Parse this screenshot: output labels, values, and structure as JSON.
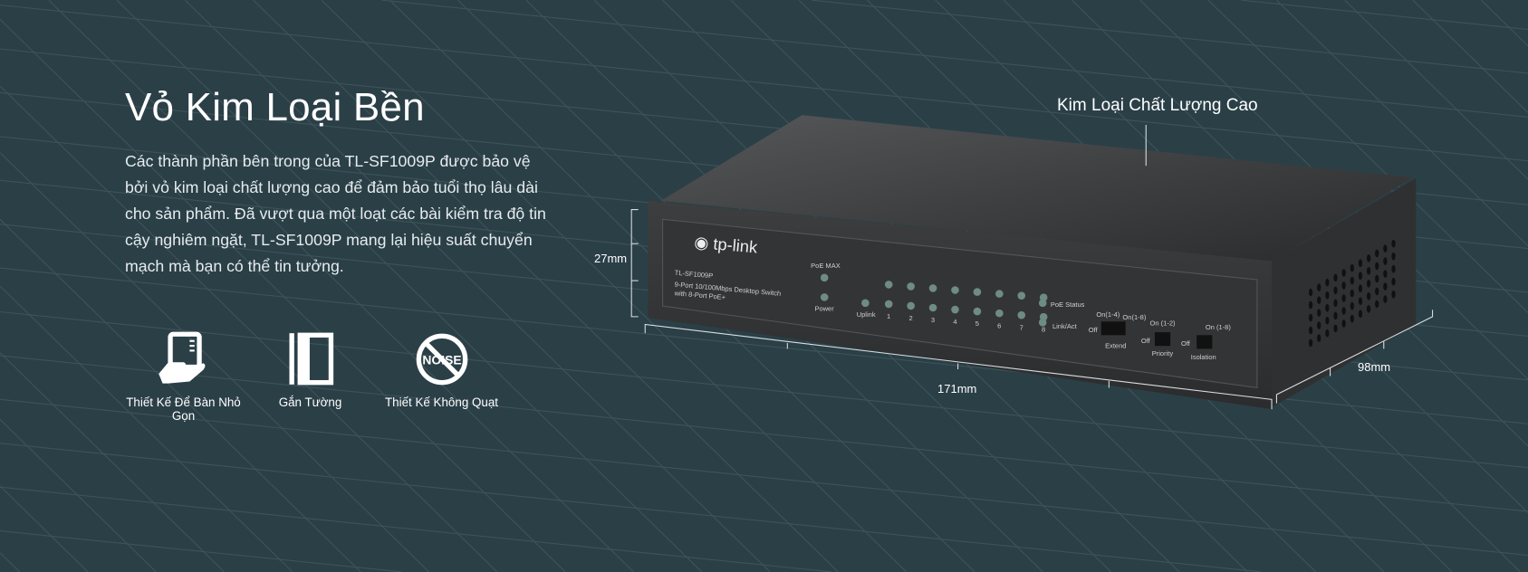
{
  "heading": "Vỏ Kim Loại Bền",
  "description": "Các thành phần bên trong của TL-SF1009P được bảo vệ bởi vỏ kim loại chất lượng cao để đảm bảo tuổi thọ lâu dài cho sản phẩm. Đã vượt qua một loạt các bài kiểm tra độ tin cậy nghiêm ngặt, TL-SF1009P mang lại hiệu suất chuyển mạch mà bạn có thể tin tưởng.",
  "features": [
    {
      "icon": "hand-holding-device-icon",
      "label": "Thiết Kế Để Bàn Nhỏ Gọn"
    },
    {
      "icon": "wall-mount-icon",
      "label": "Gắn Tường"
    },
    {
      "icon": "no-noise-icon",
      "label": "Thiết Kế Không Quạt",
      "icon_text": "NOISE"
    }
  ],
  "product": {
    "callout": "Kim Loại Chất Lượng Cao",
    "height_label": "27mm",
    "width_label": "171mm",
    "depth_label": "98mm",
    "brand": "tp-link",
    "model": "TL-SF1009P",
    "model_desc": [
      "9-Port 10/100Mbps Desktop Switch",
      "with 8-Port PoE+"
    ],
    "leds": {
      "poe_max": "PoE MAX",
      "power": "Power",
      "uplink": "Uplink",
      "ports": [
        "1",
        "2",
        "3",
        "4",
        "5",
        "6",
        "7",
        "8"
      ],
      "poe_status": "PoE Status",
      "link_act": "Link/Act"
    },
    "switches": [
      {
        "name": "Extend",
        "off": "Off",
        "on": [
          "On(1-4)",
          "On(1-8)"
        ]
      },
      {
        "name": "Priority",
        "off": "Off",
        "on": [
          "On (1-2)"
        ]
      },
      {
        "name": "Isolation",
        "off": "Off",
        "on": [
          "On (1-8)"
        ]
      }
    ]
  },
  "colors": {
    "background": "#2b3f47",
    "grid": "#4a6068",
    "device": "#3a3b3c"
  }
}
